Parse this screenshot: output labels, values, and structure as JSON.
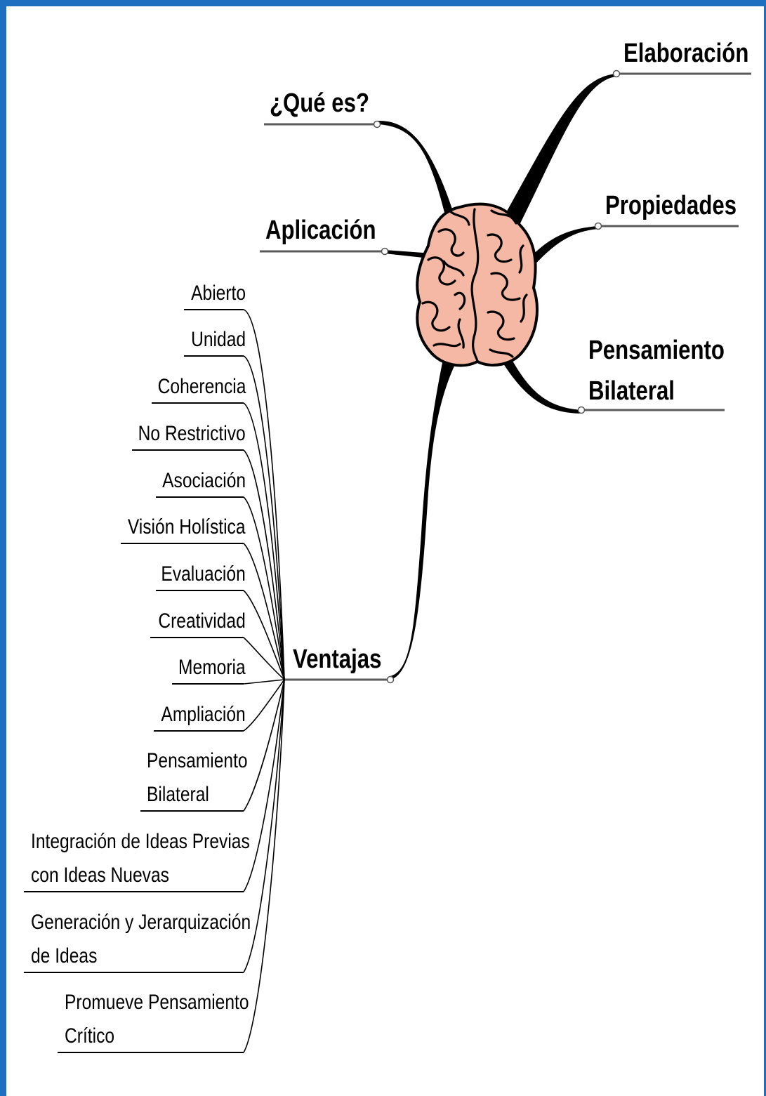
{
  "center_image": "brain-icon",
  "colors": {
    "frame": "#1f6fc1",
    "brain_fill": "#f4b8a4",
    "branch": "#000000",
    "underline": "#5a5a5a"
  },
  "branches": {
    "que_es": "¿Qué es?",
    "aplicacion": "Aplicación",
    "elaboracion": "Elaboración",
    "propiedades": "Propiedades",
    "pensamiento_bilateral": [
      "Pensamiento",
      "Bilateral"
    ],
    "ventajas": "Ventajas"
  },
  "ventajas_items": {
    "abierto": "Abierto",
    "unidad": "Unidad",
    "coherencia": "Coherencia",
    "no_restrictivo": "No Restrictivo",
    "asociacion": "Asociación",
    "vision_holistica": "Visión Holística",
    "evaluacion": "Evaluación",
    "creatividad": "Creatividad",
    "memoria": "Memoria",
    "ampliacion": "Ampliación",
    "pensamiento_bilateral": [
      "Pensamiento",
      "Bilateral"
    ],
    "integracion": [
      "Integración de Ideas Previas",
      "con Ideas Nuevas"
    ],
    "generacion": [
      "Generación y Jerarquización",
      "de Ideas"
    ],
    "promueve": [
      "Promueve Pensamiento",
      "Crítico"
    ]
  }
}
